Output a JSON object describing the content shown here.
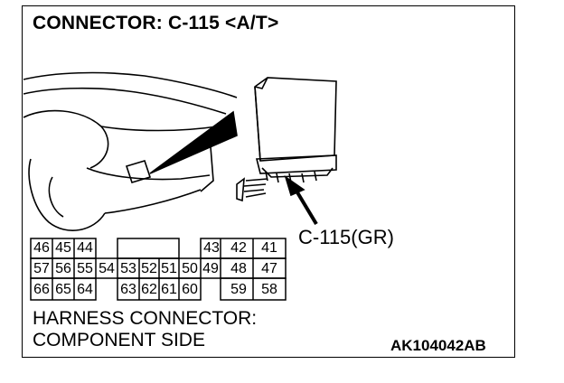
{
  "title": "CONNECTOR: C-115 <A/T>",
  "callout_label": "C-115(GR)",
  "footer": {
    "line1": "HARNESS CONNECTOR:",
    "line2": "COMPONENT SIDE"
  },
  "figure_code": "AK104042AB",
  "pins": {
    "row1_left": [
      "46",
      "45",
      "44"
    ],
    "row1_right": [
      "43",
      "42",
      "41"
    ],
    "row2": [
      "57",
      "56",
      "55",
      "54",
      "53",
      "52",
      "51",
      "50",
      "49",
      "48",
      "47"
    ],
    "row3_left": [
      "66",
      "65",
      "64"
    ],
    "row3_mid": [
      "63",
      "62",
      "61",
      "60"
    ],
    "row3_right": [
      "59",
      "58"
    ]
  }
}
